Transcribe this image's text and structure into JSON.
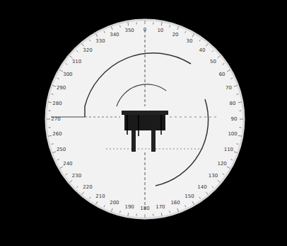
{
  "diagram": {
    "labels": [
      "0",
      "10",
      "20",
      "30",
      "40",
      "50",
      "60",
      "70",
      "80",
      "90",
      "100",
      "110",
      "120",
      "130",
      "140",
      "150",
      "160",
      "170",
      "180",
      "190",
      "200",
      "210",
      "220",
      "230",
      "240",
      "250",
      "260",
      "270",
      "280",
      "290",
      "300",
      "310",
      "320",
      "330",
      "340",
      "350"
    ]
  }
}
